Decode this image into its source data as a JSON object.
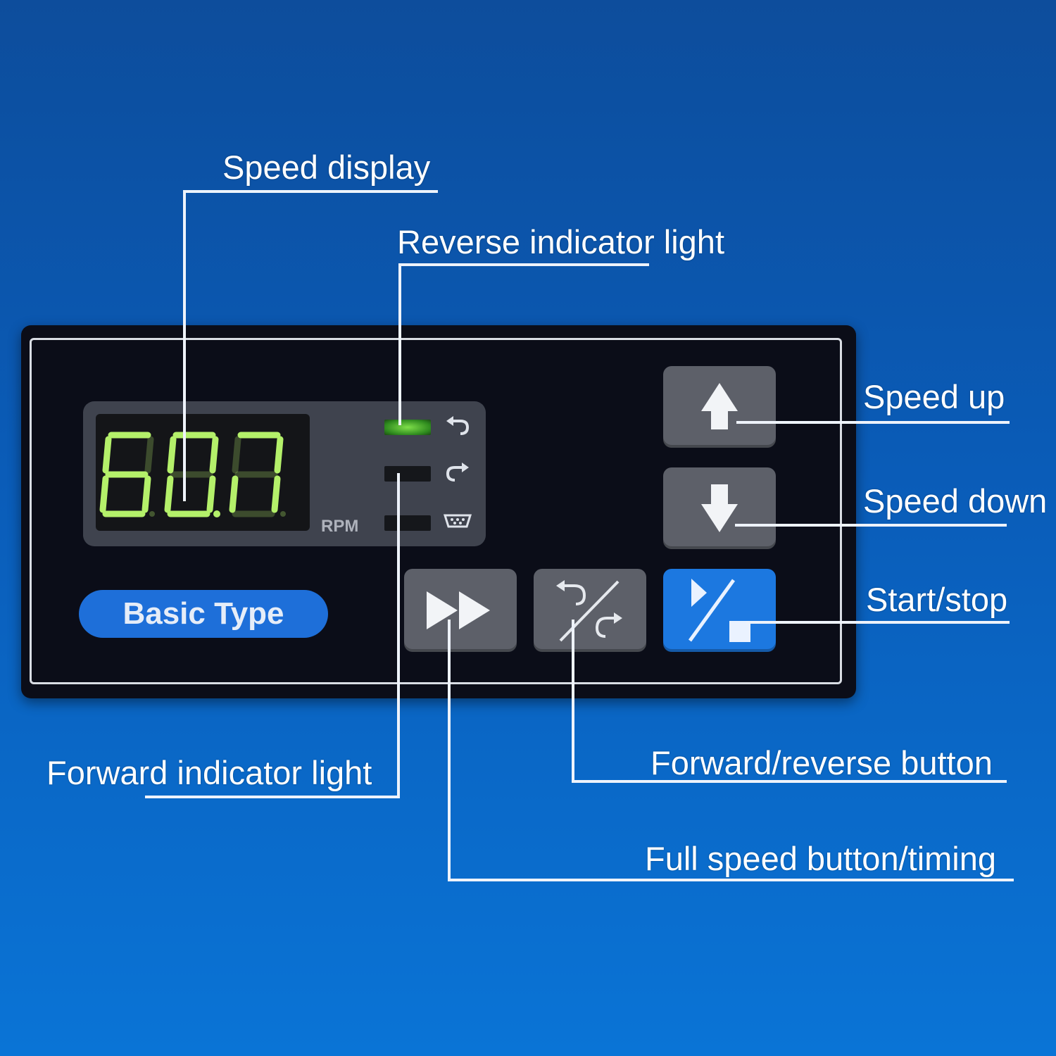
{
  "callouts": {
    "speed_display": "Speed display",
    "reverse_indicator": "Reverse indicator light",
    "speed_up": "Speed up",
    "speed_down": "Speed down",
    "start_stop": "Start/stop",
    "forward_reverse_button": "Forward/reverse button",
    "forward_indicator": "Forward indicator light",
    "full_speed_button": "Full speed button/timing"
  },
  "panel": {
    "display_unit": "RPM",
    "badge": "Basic Type",
    "indicators": [
      {
        "icon": "reverse-arrow-icon",
        "state": "on"
      },
      {
        "icon": "forward-arrow-icon",
        "state": "off"
      },
      {
        "icon": "serial-port-icon",
        "state": "off"
      }
    ],
    "buttons": [
      "speed-up-button",
      "speed-down-button",
      "start-stop-button",
      "full-speed-button",
      "forward-reverse-button"
    ]
  },
  "colors": {
    "background_top": "#0d4d9c",
    "background_bottom": "#0a74d6",
    "panel": "#0b0d18",
    "segment_lit": "#b4f06a",
    "accent_button": "#1c78e0",
    "badge": "#1e6fd9"
  }
}
